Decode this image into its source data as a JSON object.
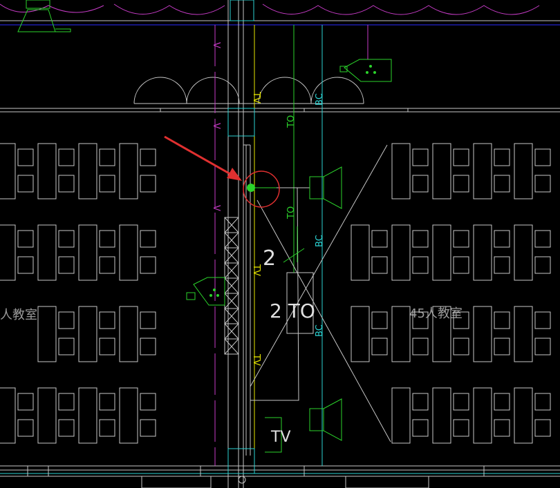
{
  "drawing": {
    "room_label_left": "人教室",
    "room_label_right": "45人教室",
    "tv_label": "TV",
    "to_equipment_label": "2 TO",
    "number_label": "2",
    "cable_tag_to": "TO",
    "cable_tag_bc": "BC",
    "cable_tag_v": "V",
    "cable_tag_tv": "TV"
  },
  "colors": {
    "background": "#000000",
    "wall": "#c8c8c8",
    "cyan": "#2bd3d3",
    "green": "#2bd32b",
    "yellow": "#e6e600",
    "magenta": "#c83cc8",
    "blue": "#2a2aff",
    "annotation_red": "#e03030"
  },
  "annotation": {
    "arrow_icon": "red-arrow-icon",
    "circle_icon": "red-highlight-circle-icon"
  }
}
